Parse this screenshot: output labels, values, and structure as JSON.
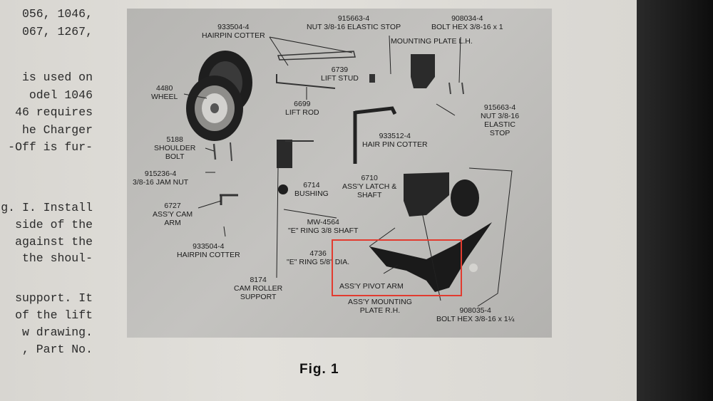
{
  "left_text": [
    "056, 1046,",
    "067, 1267,",
    "",
    "is used on",
    "odel 1046",
    "46 requires",
    "he Charger",
    "-Off is fur-",
    "",
    "",
    "g. I. Install",
    "side of the",
    "against the",
    "the shoul-",
    "",
    "support. It",
    "of the lift",
    "w drawing.",
    ", Part No."
  ],
  "labels": {
    "hairpin_top_no": "933504-4",
    "hairpin_top_name": "HAIRPIN COTTER",
    "nut_top_no": "915663-4",
    "nut_top_name": "NUT 3/8-16 ELASTIC STOP",
    "bolt_top_no": "908034-4",
    "bolt_top_name": "BOLT HEX 3/8-16 x 1",
    "mount_lh": "MOUNTING PLATE L.H.",
    "lift_stud_no": "6739",
    "lift_stud_name": "LIFT STUD",
    "wheel_no": "4480",
    "wheel_name": "WHEEL",
    "lift_rod_no": "6699",
    "lift_rod_name": "LIFT ROD",
    "nut_right_no": "915663-4",
    "nut_right_l1": "NUT 3/8-16",
    "nut_right_l2": "ELASTIC",
    "nut_right_l3": "STOP",
    "hairpin_mid_no": "933512-4",
    "hairpin_mid_name": "HAIR PIN COTTER",
    "shoulder_no": "5188",
    "shoulder_l1": "SHOULDER",
    "shoulder_l2": "BOLT",
    "jam_no": "915236-4",
    "jam_name": "3/8-16 JAM NUT",
    "latch_no": "6710",
    "latch_l1": "ASS'Y LATCH &",
    "latch_l2": "SHAFT",
    "bushing_no": "6714",
    "bushing_name": "BUSHING",
    "cam_arm_no": "6727",
    "cam_arm_l1": "ASS'Y CAM",
    "cam_arm_l2": "ARM",
    "ering38_no": "MW-4564",
    "ering38_name": "\"E\" RING 3/8 SHAFT",
    "hairpin_low_no": "933504-4",
    "hairpin_low_name": "HAIRPIN COTTER",
    "ering58_no": "4736",
    "ering58_name": "\"E\" RING 5/8\" DIA.",
    "pivot_arm": "ASS'Y PIVOT ARM",
    "cam_roller_no": "8174",
    "cam_roller_l1": "CAM ROLLER",
    "cam_roller_l2": "SUPPORT",
    "mount_rh_l1": "ASS'Y MOUNTING",
    "mount_rh_l2": "PLATE R.H.",
    "bolt_low_no": "908035-4",
    "bolt_low_name": "BOLT HEX 3/8-16 x 1¼"
  },
  "caption": "Fig.  1",
  "highlight_color": "#e23b2f"
}
